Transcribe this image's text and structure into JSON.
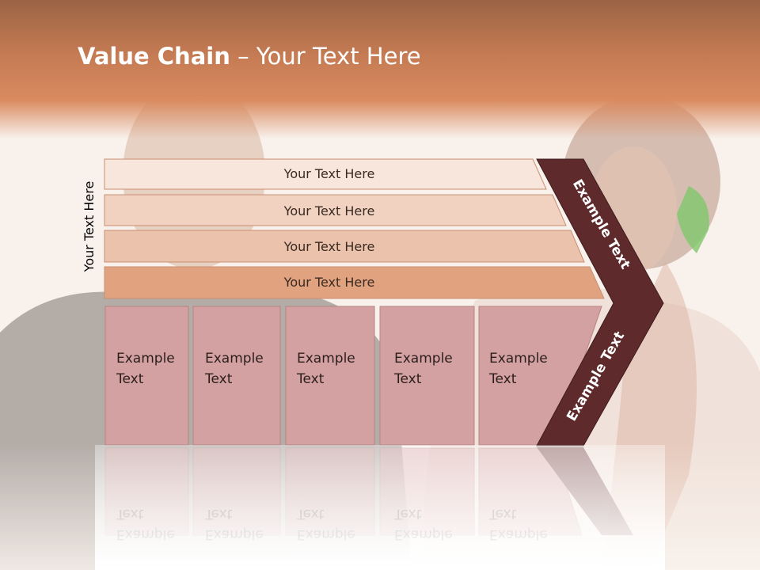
{
  "slide": {
    "title_bold": "Value Chain",
    "title_rest": " – Your Text Here",
    "side_label": "Your Text Here"
  },
  "bars": [
    {
      "label": "Your Text Here"
    },
    {
      "label": "Your Text Here"
    },
    {
      "label": "Your Text Here"
    },
    {
      "label": "Your Text Here"
    }
  ],
  "boxes": [
    {
      "line1": "Example",
      "line2": "Text"
    },
    {
      "line1": "Example",
      "line2": "Text"
    },
    {
      "line1": "Example",
      "line2": "Text"
    },
    {
      "line1": "Example",
      "line2": "Text"
    },
    {
      "line1": "Example",
      "line2": "Text"
    }
  ],
  "chevron": {
    "upper_label": "Example Text",
    "lower_label": "Example Text"
  },
  "colors": {
    "header": "#c57b53",
    "bar1": "#f8e6dc",
    "bar2": "#f1d2c1",
    "bar3": "#ebc2ac",
    "bar4": "#e1a27f",
    "box_fill": "#d4a1a2",
    "chevron": "#5e2a2c"
  }
}
